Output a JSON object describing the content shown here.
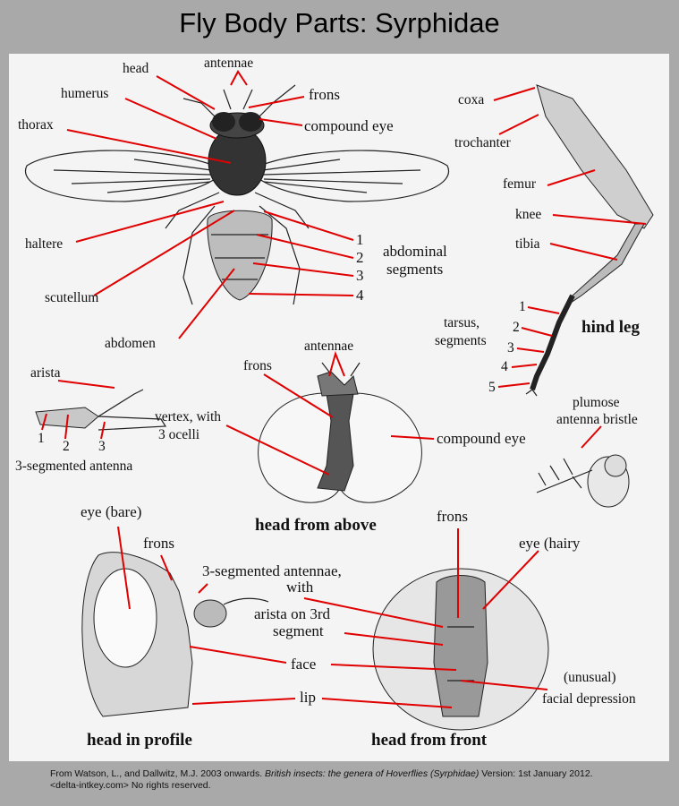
{
  "title": "Fly Body Parts: Syrphidae",
  "credit": {
    "line1_prefix": "From Watson, L., and Dallwitz, M.J. 2003 onwards. ",
    "line1_italic": "British insects: the genera of Hoverflies (Syrphidae)",
    "line1_suffix": " Version: 1st January 2012.",
    "line2": "<delta-intkey.com> No rights reserved."
  },
  "labels": {
    "head": "head",
    "antennae_top": "antennae",
    "frons_top": "frons",
    "humerus": "humerus",
    "compound_eye_top": "compound eye",
    "thorax": "thorax",
    "haltere": "haltere",
    "scutellum": "scutellum",
    "abdomen": "abdomen",
    "seg1": "1",
    "seg2": "2",
    "seg3": "3",
    "seg4": "4",
    "abdominal_segments_1": "abdominal",
    "abdominal_segments_2": "segments",
    "coxa": "coxa",
    "trochanter": "trochanter",
    "femur": "femur",
    "knee": "knee",
    "tibia": "tibia",
    "tarsus_1": "tarsus,",
    "tarsus_2": "segments",
    "t1": "1",
    "t2": "2",
    "t3": "3",
    "t4": "4",
    "t5": "5",
    "hind_leg": "hind leg",
    "arista": "arista",
    "a1": "1",
    "a2": "2",
    "a3": "3",
    "three_seg_antenna": "3-segmented antenna",
    "antennae_mid": "antennae",
    "frons_mid": "frons",
    "vertex_1": "vertex, with",
    "vertex_2": "3 ocelli",
    "compound_eye_mid": "compound eye",
    "head_from_above": "head from above",
    "plumose_1": "plumose",
    "plumose_2": "antenna bristle",
    "eye_bare": "eye (bare)",
    "frons_profile": "frons",
    "three_seg_antennae_1": "3-segmented antennae,",
    "three_seg_antennae_2": "with",
    "arista_3rd_1": "arista on 3rd",
    "arista_3rd_2": "segment",
    "face": "face",
    "lip": "lip",
    "head_in_profile": "head in profile",
    "frons_front": "frons",
    "eye_hairy": "eye (hairy",
    "unusual_1": "(unusual)",
    "unusual_2": "facial depression",
    "head_from_front": "head from front"
  }
}
